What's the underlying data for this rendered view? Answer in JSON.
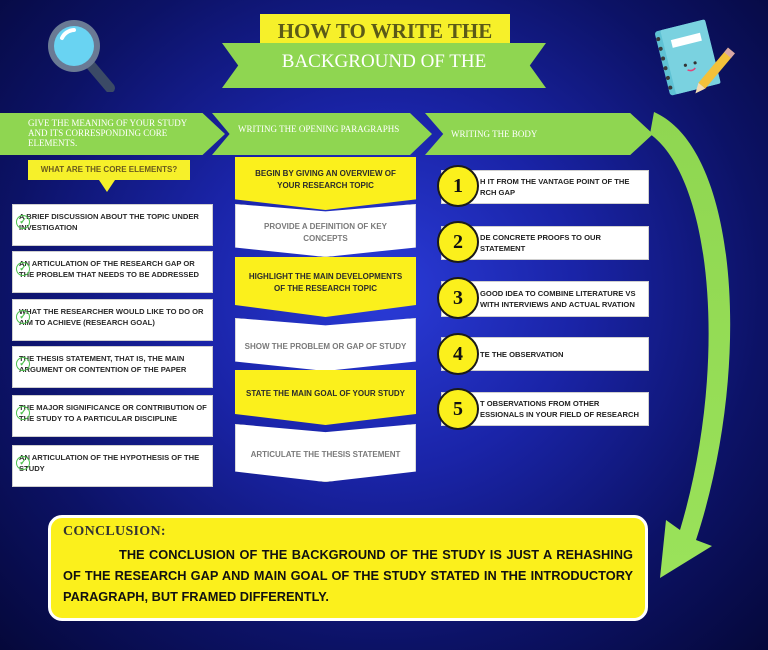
{
  "title": {
    "line1": "HOW TO WRITE THE",
    "line2": "BACKGROUND OF THE"
  },
  "headers": [
    "GIVE THE MEANING OF YOUR STUDY AND ITS CORRESPONDING CORE ELEMENTS.",
    "WRITING THE OPENING PARAGRAPHS",
    "WRITING THE BODY"
  ],
  "core_label": "WHAT ARE THE CORE ELEMENTS?",
  "core_elements": [
    "A BRIEF DISCUSSION ABOUT THE TOPIC UNDER INVESTIGATION",
    "AN ARTICULATION OF THE RESEARCH GAP OR THE PROBLEM THAT NEEDS TO BE ADDRESSED",
    "WHAT THE RESEARCHER WOULD LIKE TO DO OR AIM TO ACHIEVE (RESEARCH GOAL)",
    "THE THESIS STATEMENT, THAT IS, THE MAIN ARGUMENT OR CONTENTION OF THE PAPER",
    "THE MAJOR SIGNIFICANCE OR CONTRIBUTION OF THE STUDY TO A PARTICULAR DISCIPLINE",
    "AN ARTICULATION OF THE HYPOTHESIS OF THE STUDY"
  ],
  "check_glyph": "✓",
  "opening_steps": [
    "BEGIN BY GIVING AN OVERVIEW OF YOUR RESEARCH TOPIC",
    "PROVIDE A DEFINITION OF KEY CONCEPTS",
    "HIGHLIGHT THE MAIN DEVELOPMENTS OF THE RESEARCH TOPIC",
    "SHOW THE PROBLEM OR GAP OF STUDY",
    "STATE THE MAIN GOAL OF YOUR STUDY",
    "ARTICULATE THE THESIS STATEMENT"
  ],
  "body_steps": [
    {
      "num": "1",
      "text": "H IT FROM THE VANTAGE POINT OF THE RCH GAP"
    },
    {
      "num": "2",
      "text": "DE CONCRETE PROOFS TO OUR STATEMENT"
    },
    {
      "num": "3",
      "text": "GOOD IDEA TO COMBINE LITERATURE VS WITH INTERVIEWS AND ACTUAL RVATION"
    },
    {
      "num": "4",
      "text": "TE THE OBSERVATION"
    },
    {
      "num": "5",
      "text": "T OBSERVATIONS FROM OTHER ESSIONALS IN YOUR FIELD OF RESEARCH"
    }
  ],
  "conclusion": {
    "title": "CONCLUSION:",
    "text": "THE CONCLUSION OF THE BACKGROUND OF THE STUDY IS JUST A REHASHING OF THE RESEARCH GAP AND MAIN GOAL OF THE STUDY STATED IN THE INTRODUCTORY PARAGRAPH, BUT FRAMED DIFFERENTLY."
  },
  "colors": {
    "accent_green": "#8fd651",
    "accent_yellow": "#fbf01c",
    "background": "#1a24a8"
  }
}
